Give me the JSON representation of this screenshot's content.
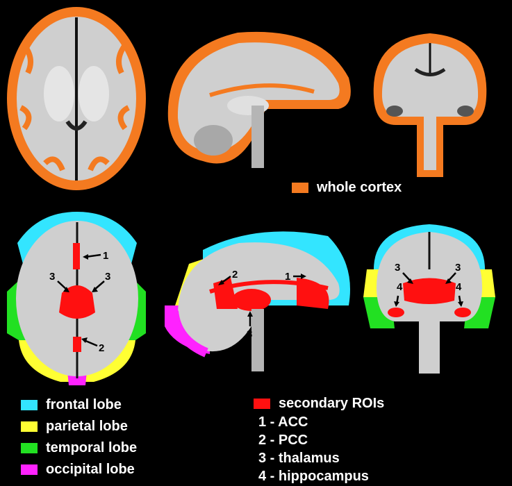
{
  "colors": {
    "cortex": "#f47a20",
    "frontal": "#33e5ff",
    "parietal": "#ffff33",
    "temporal": "#22e022",
    "occipital": "#ff22ff",
    "roi": "#ff1010",
    "tissue": "#c8c8c8"
  },
  "legend_top": {
    "whole_cortex": "whole cortex"
  },
  "legend_lobes": {
    "frontal": "frontal lobe",
    "parietal": "parietal lobe",
    "temporal": "temporal lobe",
    "occipital": "occipital lobe"
  },
  "legend_rois": {
    "title": "secondary ROIs",
    "items": [
      "1 - ACC",
      "2 - PCC",
      "3 - thalamus",
      "4 - hippocampus"
    ]
  },
  "annotations": {
    "n1": "1",
    "n2": "2",
    "n3": "3",
    "n4": "4"
  }
}
